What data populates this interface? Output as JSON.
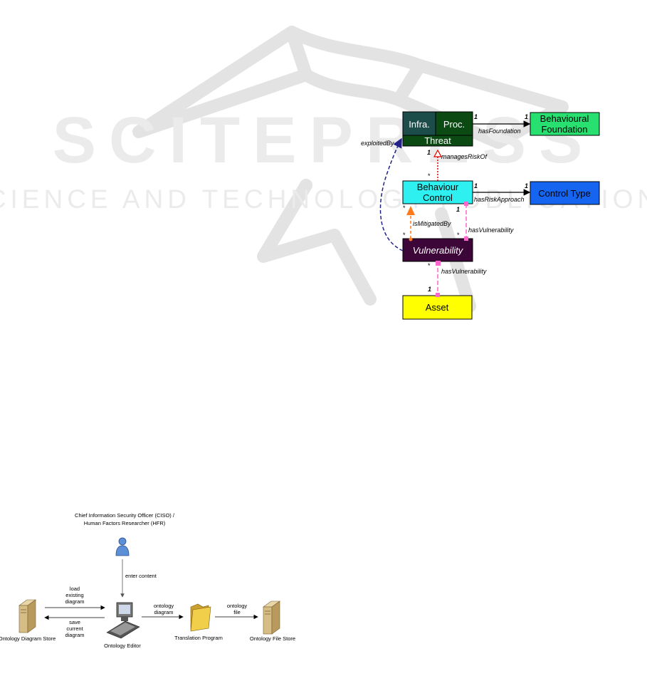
{
  "watermark": {
    "brand": "SCITEPRESS",
    "tagline": "SCIENCE AND TECHNOLOGY PUBLICATIONS"
  },
  "ontology": {
    "threat": {
      "infra": "Infra.",
      "proc": "Proc.",
      "label": "Threat"
    },
    "behavioural_foundation": {
      "line1": "Behavioural",
      "line2": "Foundation"
    },
    "behaviour_control": {
      "line1": "Behaviour",
      "line2": "Control"
    },
    "control_type": "Control Type",
    "vulnerability": "Vulnerability",
    "asset": "Asset",
    "relations": {
      "has_foundation": "hasFoundation",
      "manages_risk_of": "managesRiskOf",
      "has_risk_approach": "hasRiskApproach",
      "is_mitigated_by": "isMitigatedBy",
      "has_vulnerability_control": "hasVulnerability",
      "has_vulnerability_asset": "hasVulnerability",
      "exploited_by": "exploitedBy"
    },
    "multiplicity": {
      "one": "1",
      "many": "*"
    }
  },
  "workflow": {
    "actor": {
      "line1": "Chief Information Security Officer (CISO) /",
      "line2": "Human Factors Researcher (HFR)"
    },
    "enter_content": "enter content",
    "load": {
      "line1": "load",
      "line2": "existing",
      "line3": "diagram"
    },
    "save": {
      "line1": "save",
      "line2": "current",
      "line3": "diagram"
    },
    "ontology_diagram": {
      "line1": "ontology",
      "line2": "diagram"
    },
    "ontology_file": {
      "line1": "ontology",
      "line2": "file"
    },
    "nodes": {
      "diagram_store": "Ontology Diagram Store",
      "editor": "Ontology Editor",
      "translation": "Translation Program",
      "file_store": "Ontology File Store"
    }
  },
  "colors": {
    "threat_dark": "#1d4d4a",
    "threat_green": "#0b4a13",
    "foundation": "#27e070",
    "control": "#2ff0f0",
    "control_type": "#1565f0",
    "vulnerability": "#3d0638",
    "asset": "#ffff00",
    "manages_risk": "#e00000",
    "mitigated": "#ff7a1a",
    "has_vuln": "#ff66cc",
    "exploited": "#22228a"
  }
}
